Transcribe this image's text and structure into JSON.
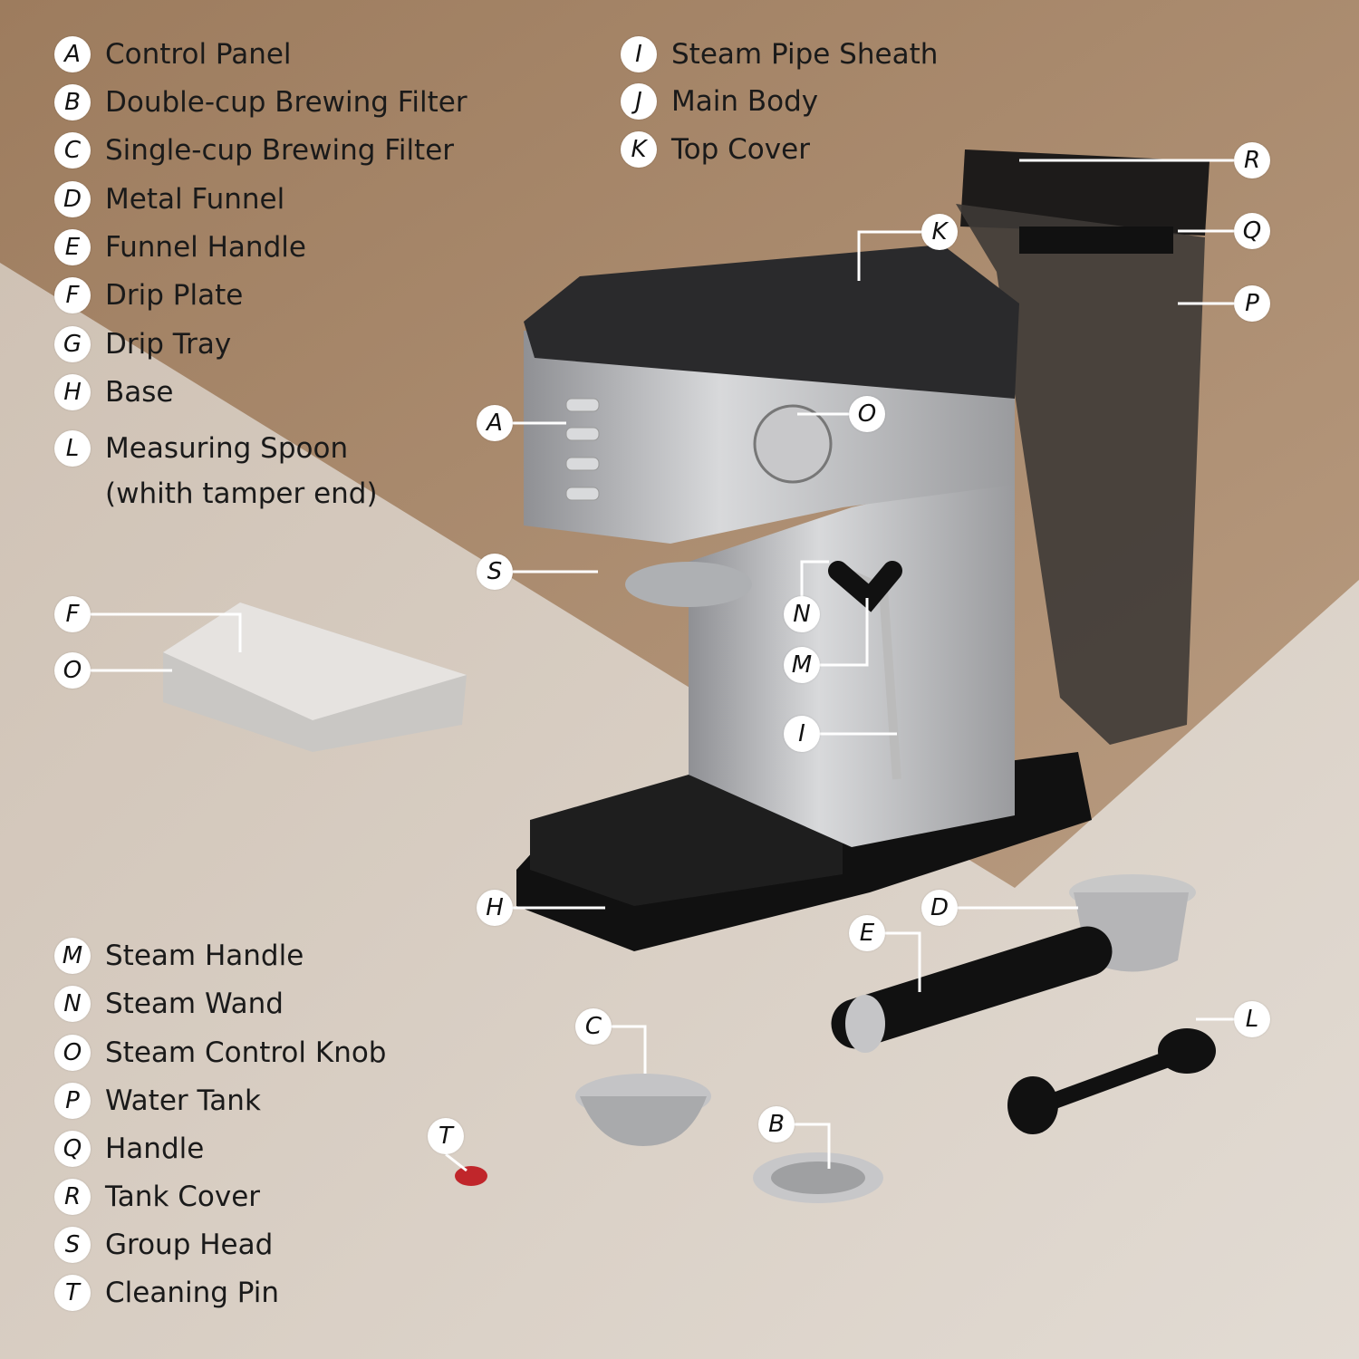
{
  "legend_left_top": [
    {
      "letter": "A",
      "label": "Control Panel"
    },
    {
      "letter": "B",
      "label": "Double-cup Brewing Filter"
    },
    {
      "letter": "C",
      "label": "Single-cup Brewing Filter"
    },
    {
      "letter": "D",
      "label": "Metal Funnel"
    },
    {
      "letter": "E",
      "label": "Funnel Handle"
    },
    {
      "letter": "F",
      "label": "Drip Plate"
    },
    {
      "letter": "G",
      "label": "Drip Tray"
    },
    {
      "letter": "H",
      "label": "Base"
    },
    {
      "letter": "L",
      "label": "Measuring Spoon",
      "label2": "(whith tamper end)"
    }
  ],
  "legend_right_top": [
    {
      "letter": "I",
      "label": "Steam Pipe Sheath"
    },
    {
      "letter": "J",
      "label": "Main Body"
    },
    {
      "letter": "K",
      "label": "Top Cover"
    }
  ],
  "legend_bottom": [
    {
      "letter": "M",
      "label": "Steam Handle"
    },
    {
      "letter": "N",
      "label": "Steam Wand"
    },
    {
      "letter": "O",
      "label": "Steam Control Knob"
    },
    {
      "letter": "P",
      "label": "Water Tank"
    },
    {
      "letter": "Q",
      "label": "Handle"
    },
    {
      "letter": "R",
      "label": "Tank Cover"
    },
    {
      "letter": "S",
      "label": "Group Head"
    },
    {
      "letter": "T",
      "label": "Cleaning Pin"
    }
  ],
  "callouts": [
    {
      "letter": "R",
      "target": "tank-cover"
    },
    {
      "letter": "Q",
      "target": "handle"
    },
    {
      "letter": "K",
      "target": "top-cover"
    },
    {
      "letter": "P",
      "target": "water-tank"
    },
    {
      "letter": "A",
      "target": "control-panel"
    },
    {
      "letter": "O",
      "target": "steam-control-knob"
    },
    {
      "letter": "S",
      "target": "group-head"
    },
    {
      "letter": "N",
      "target": "steam-wand"
    },
    {
      "letter": "M",
      "target": "steam-handle"
    },
    {
      "letter": "I",
      "target": "steam-pipe-sheath"
    },
    {
      "letter": "F",
      "target": "drip-plate"
    },
    {
      "letter": "O",
      "target": "drip-tray"
    },
    {
      "letter": "H",
      "target": "base"
    },
    {
      "letter": "D",
      "target": "metal-funnel"
    },
    {
      "letter": "E",
      "target": "funnel-handle"
    },
    {
      "letter": "C",
      "target": "single-cup-filter"
    },
    {
      "letter": "L",
      "target": "measuring-spoon"
    },
    {
      "letter": "B",
      "target": "double-cup-filter"
    },
    {
      "letter": "T",
      "target": "cleaning-pin"
    }
  ],
  "colors": {
    "wall": "#a88869",
    "floor": "#d8cec4",
    "steel": "#b9b9bb",
    "black": "#141414",
    "tank": "#3e3a36",
    "pin": "#c0262b"
  }
}
